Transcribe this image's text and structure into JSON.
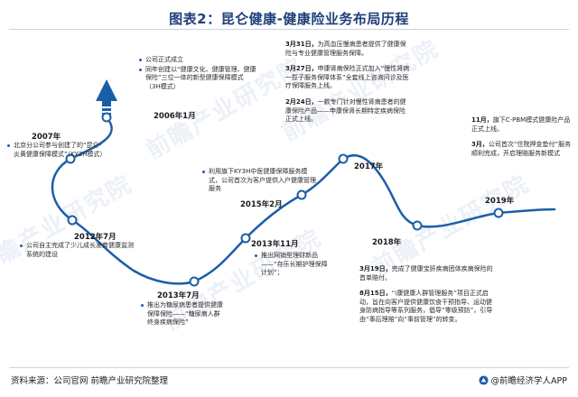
{
  "title": "图表2：昆仑健康-健康险业务布局历程",
  "watermark": "前瞻产业研究院",
  "footer": {
    "source": "资料来源：公司官网 前瞻产业研究院整理",
    "brand": "@前瞻经济学人APP"
  },
  "colors": {
    "line": "#1b5ea8",
    "title": "#1f3f7a"
  },
  "events": [
    {
      "id": "2006-1",
      "year": "2006年1月",
      "paragraphs": [
        {
          "bullet": true,
          "text": "公司正式成立"
        },
        {
          "bullet": true,
          "text": "同年创建以“健康文化、健康管理、健康保险”三位一体的新型健康保障模式（3H模式）"
        }
      ]
    },
    {
      "id": "2007",
      "year": "2007年",
      "paragraphs": [
        {
          "bullet": true,
          "text": "北京分公司参与创建了的“昆仑-炎黄健康保障模式”（KY3H模式）"
        }
      ]
    },
    {
      "id": "2012-7",
      "year": "2012年7月",
      "paragraphs": [
        {
          "bullet": true,
          "text": "公司自主完成了少儿成长发育健康监测系统的建设"
        }
      ]
    },
    {
      "id": "2013-7",
      "year": "2013年7月",
      "paragraphs": [
        {
          "bullet": true,
          "text": "推出为糖尿病患者提供健康保障保险——“糖尿病人群终身疾病保险”"
        }
      ]
    },
    {
      "id": "2013-11",
      "year": "2013年11月",
      "paragraphs": [
        {
          "bullet": true,
          "text": "推出网销型理财新品——“存乐长期护理保障计划”；"
        }
      ]
    },
    {
      "id": "2015-2",
      "year": "2015年2月",
      "paragraphs": [
        {
          "bullet": true,
          "text": "利用旗下KY3H中医健康保障服务模式，公司首次为客户提供入户健康管理服务"
        }
      ]
    },
    {
      "id": "2017",
      "year": "2017年",
      "paragraphs": [
        {
          "bold": "3月31日，",
          "text": "为高血压慢病患者提供了健康保险与专业健康管理服务保障。"
        },
        {
          "bold": "3月27日，",
          "text": "申康肾病保险正式加入“慢性肾病一揽子服务保障体系”全套线上咨询问诊及医疗保障服务上线。"
        },
        {
          "bold": "2月24日，",
          "text": "一款专门针对慢性肾病患者的健康保险产品——申康保肾长期特定疾病保险正式上线。"
        }
      ]
    },
    {
      "id": "2018",
      "year": "2018年",
      "paragraphs": [
        {
          "bold": "3月19日，",
          "text": "完成了健康宝肝疾病团体疾病保险的首单赔付。"
        },
        {
          "bold": "8月15日，",
          "text": "“i康健康人群管理服务”项目正式启动，旨在向客户提供健康饮食干预指导、运动健身防病指导等系列服务，倡导“零级预防”，引导由“事后理赔”向“事前管理”的转变。"
        }
      ]
    },
    {
      "id": "2019",
      "year": "2019年",
      "paragraphs": [
        {
          "bold": "11月，",
          "text": "旗下C-PBM模式健康险产品正式上线。"
        },
        {
          "bold": "3月，",
          "text": "公司首次“住院押金垫付”服务顺利完成，开启理赔服务新模式"
        }
      ]
    }
  ]
}
